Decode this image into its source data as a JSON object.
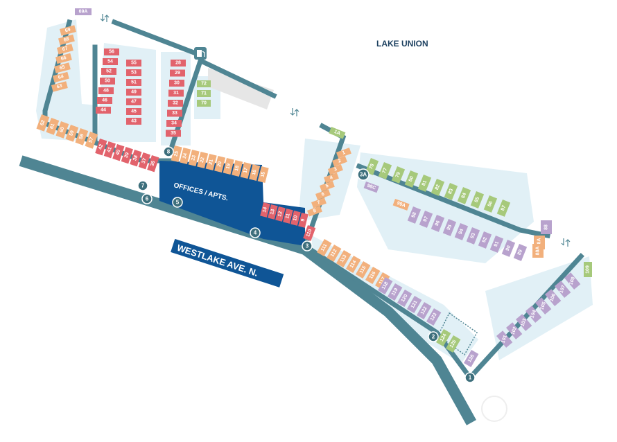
{
  "map": {
    "lake_label": "LAKE UNION",
    "street_label": "WESTLAKE AVE. N.",
    "office_label": "OFFICES / APTS."
  },
  "colors": {
    "dock": "#4f8593",
    "dock_dark": "#3d6f7c",
    "water_pad": "#e1f0f6",
    "office": "#0f5596",
    "orange": "#f2b07c",
    "red": "#e2636c",
    "green": "#a6c97b",
    "purple": "#b8a2cd",
    "lake_text": "#1b3f5f",
    "street_bg": "#0f5596"
  },
  "markers": [
    "1",
    "2",
    "3",
    "4",
    "5",
    "6",
    "7",
    "8",
    "3A"
  ],
  "slip_groups": {
    "top_left_column": [
      "69",
      "68",
      "67",
      "66",
      "65",
      "64",
      "63"
    ],
    "left_row": [
      "62",
      "61",
      "60",
      "59",
      "58",
      "57"
    ],
    "center_column_a": [
      "56",
      "54",
      "52",
      "50",
      "48",
      "46",
      "44"
    ],
    "center_column_b": [
      "55",
      "53",
      "51",
      "49",
      "47",
      "45",
      "43"
    ],
    "right_column": [
      "28",
      "29",
      "30",
      "31",
      "32",
      "33",
      "34",
      "35"
    ],
    "green_small": [
      "72",
      "71",
      "70"
    ],
    "bottom_row_left": [
      "42",
      "41",
      "40",
      "39",
      "38",
      "37",
      "36"
    ],
    "office_row": [
      "25",
      "24",
      "23",
      "22",
      "21",
      "20",
      "19",
      "18",
      "17",
      "16",
      "15"
    ],
    "red_small_row": [
      "14",
      "13",
      "12",
      "11",
      "10",
      "9"
    ],
    "diagonal_column": [
      "1",
      "2",
      "3",
      "4",
      "5",
      "6",
      "7",
      "8"
    ],
    "slip_1a": [
      "1A"
    ],
    "slip_110": [
      "110"
    ],
    "lower_orange": [
      "111",
      "112",
      "113",
      "114",
      "115",
      "116",
      "117"
    ],
    "lower_purple": [
      "118",
      "119",
      "120",
      "121",
      "122",
      "123"
    ],
    "lower_green": [
      "124",
      "125"
    ],
    "lower_single": [
      "126"
    ],
    "east_green": [
      "78",
      "77",
      "79",
      "80",
      "81",
      "82",
      "83",
      "84",
      "85",
      "86",
      "87"
    ],
    "east_purple": [
      "98",
      "97",
      "96",
      "95",
      "94",
      "93",
      "92",
      "91",
      "90",
      "89"
    ],
    "east_labels": [
      "98C",
      "98A",
      "88A",
      "88"
    ],
    "east_orange": [
      "99A"
    ],
    "right_arm": [
      "101",
      "102",
      "103",
      "104",
      "105",
      "106",
      "107",
      "108"
    ],
    "slip_109": [
      "109"
    ],
    "top_tag": [
      "69A"
    ]
  }
}
